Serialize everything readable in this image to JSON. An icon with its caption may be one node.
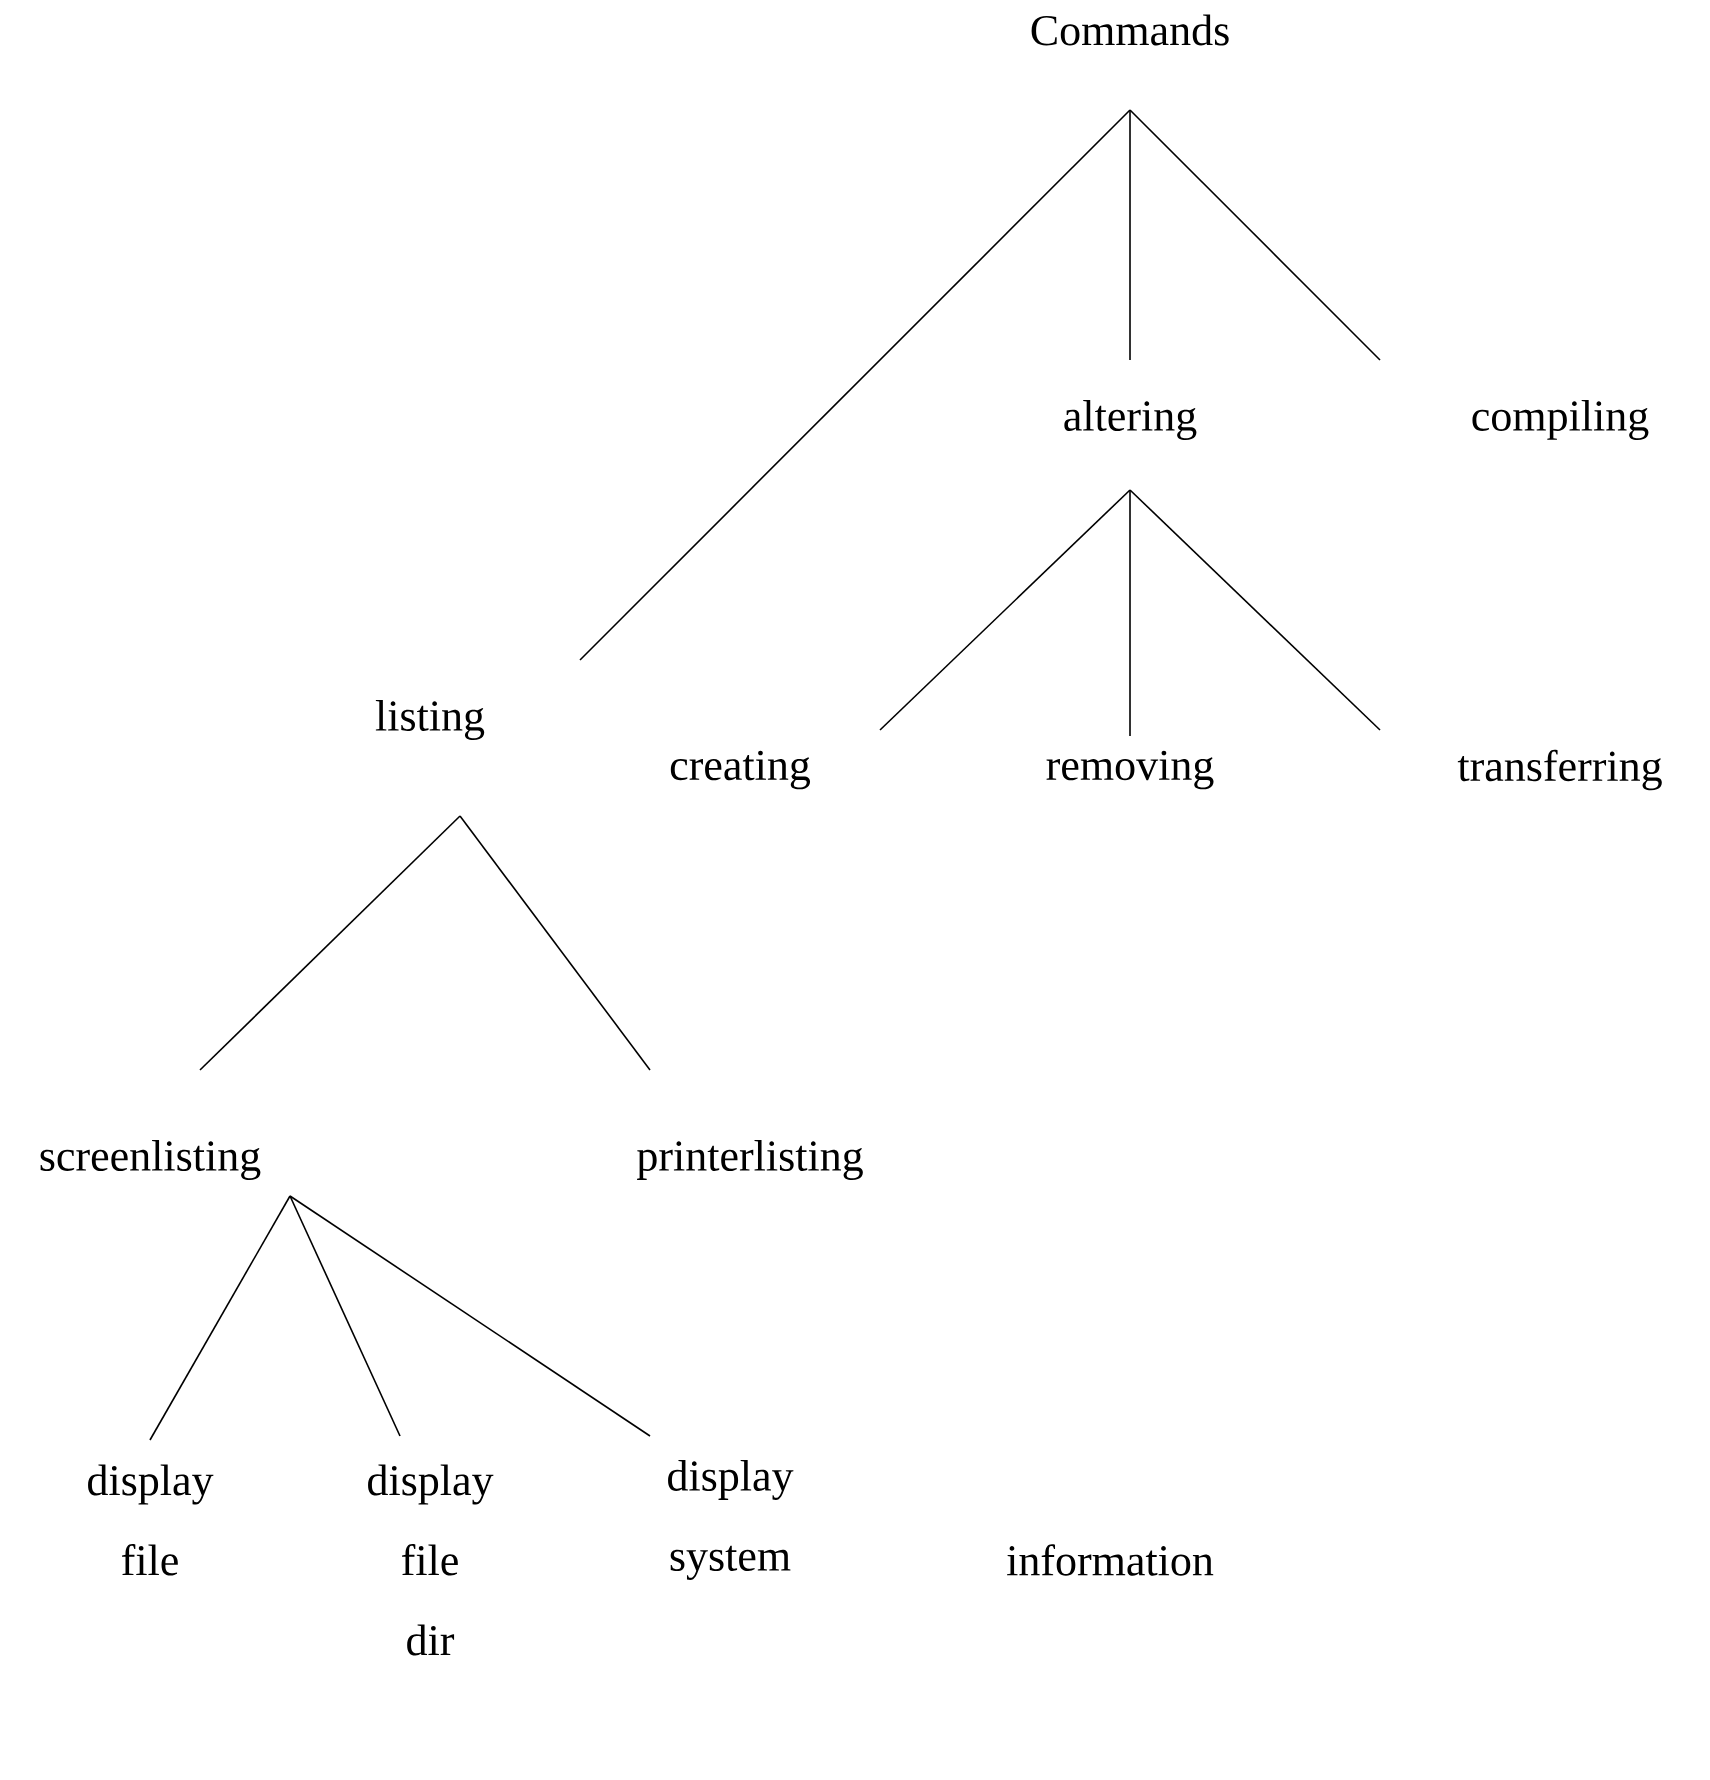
{
  "diagram": {
    "nodes": [
      {
        "text": [
          "Commands"
        ]
      },
      {
        "text": [
          "altering"
        ]
      },
      {
        "text": [
          "compiling"
        ]
      },
      {
        "text": [
          "listing"
        ]
      },
      {
        "text": [
          "creating"
        ]
      },
      {
        "text": [
          "removing"
        ]
      },
      {
        "text": [
          "transferring"
        ]
      },
      {
        "text": [
          "screenlisting"
        ]
      },
      {
        "text": [
          "printerlisting"
        ]
      },
      {
        "text": [
          "display",
          "file"
        ]
      },
      {
        "text": [
          "display",
          "file",
          "dir"
        ]
      },
      {
        "text": [
          "display",
          "system"
        ]
      }
    ],
    "labels": [
      "information"
    ],
    "edges": [
      {
        "from": 0,
        "to": 3,
        "arrow": "none"
      },
      {
        "from": 0,
        "to": 1,
        "arrow": "none"
      },
      {
        "from": 0,
        "to": 2,
        "arrow": "none"
      },
      {
        "from": 1,
        "to": 4,
        "arrow": "none"
      },
      {
        "from": 1,
        "to": 5,
        "arrow": "none"
      },
      {
        "from": 1,
        "to": 6,
        "arrow": "none"
      },
      {
        "from": 3,
        "to": 7,
        "arrow": "none"
      },
      {
        "from": 3,
        "to": 8,
        "arrow": "none"
      },
      {
        "from": 7,
        "to": 9,
        "arrow": "none"
      },
      {
        "from": 7,
        "to": 10,
        "arrow": "none"
      },
      {
        "from": 7,
        "to": 11,
        "arrow": "none"
      }
    ]
  }
}
